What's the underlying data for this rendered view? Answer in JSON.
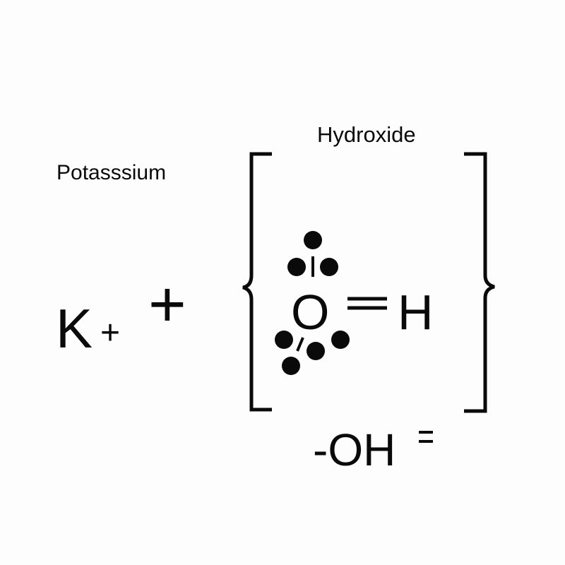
{
  "labels": {
    "cation_name": "Potasssium",
    "anion_name": "Hydroxide"
  },
  "cation": {
    "symbol": "K",
    "charge": "+"
  },
  "operator": "+",
  "anion_structure": {
    "central_atom": "O",
    "bonded_atom": "H",
    "bond_type": "double-bond",
    "lone_pair_dots": 7
  },
  "anion_formula": {
    "text": "-OH",
    "superscript": "="
  },
  "colors": {
    "ink": "#0a0a0a",
    "background": "#fdfdfd"
  }
}
